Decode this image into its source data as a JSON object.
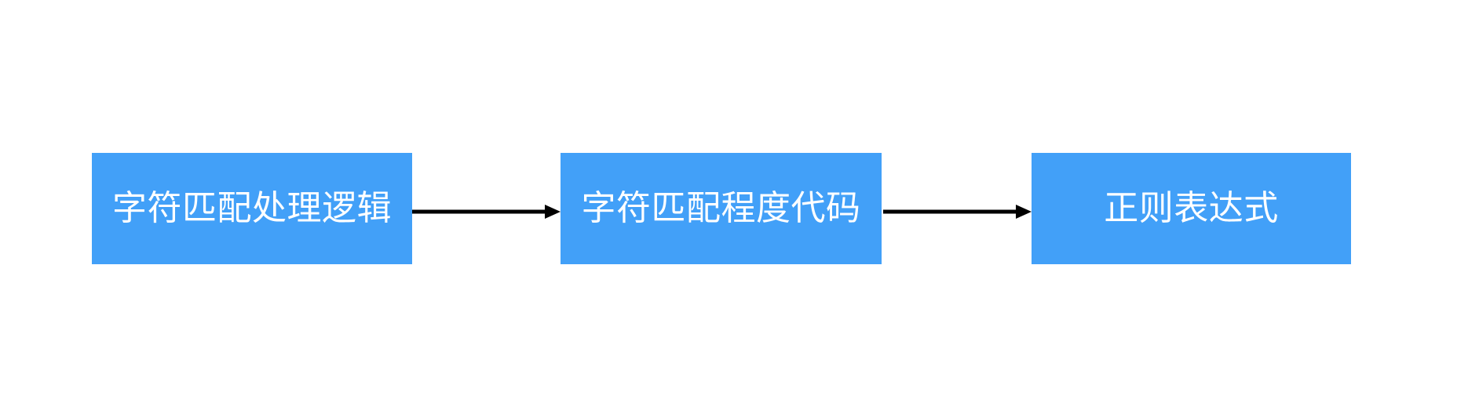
{
  "diagram": {
    "type": "flowchart",
    "orientation": "left-to-right",
    "background_color": "#ffffff",
    "node_fill_color": "#42a0f8",
    "node_text_color": "#ffffff",
    "edge_color": "#000000",
    "nodes": [
      {
        "id": "node-1",
        "label": "字符匹配处理逻辑"
      },
      {
        "id": "node-2",
        "label": "字符匹配程度代码"
      },
      {
        "id": "node-3",
        "label": "正则表达式"
      }
    ],
    "edges": [
      {
        "id": "edge-1",
        "from": "node-1",
        "to": "node-2",
        "arrowhead": "arrow-right-icon",
        "label": ""
      },
      {
        "id": "edge-2",
        "from": "node-2",
        "to": "node-3",
        "arrowhead": "arrow-right-icon",
        "label": ""
      }
    ]
  }
}
